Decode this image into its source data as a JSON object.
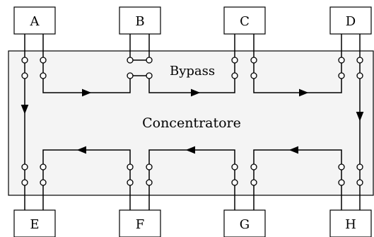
{
  "diagram": {
    "concentrator_label": "Concentratore",
    "bypass_label": "Bypass",
    "top_nodes": [
      "A",
      "B",
      "C",
      "D"
    ],
    "bottom_nodes": [
      "E",
      "F",
      "G",
      "H"
    ],
    "colors": {
      "line": "#000000",
      "concentrator_fill": "#f4f4f4",
      "node_fill": "#ffffff"
    },
    "bypassed_node": "B"
  }
}
